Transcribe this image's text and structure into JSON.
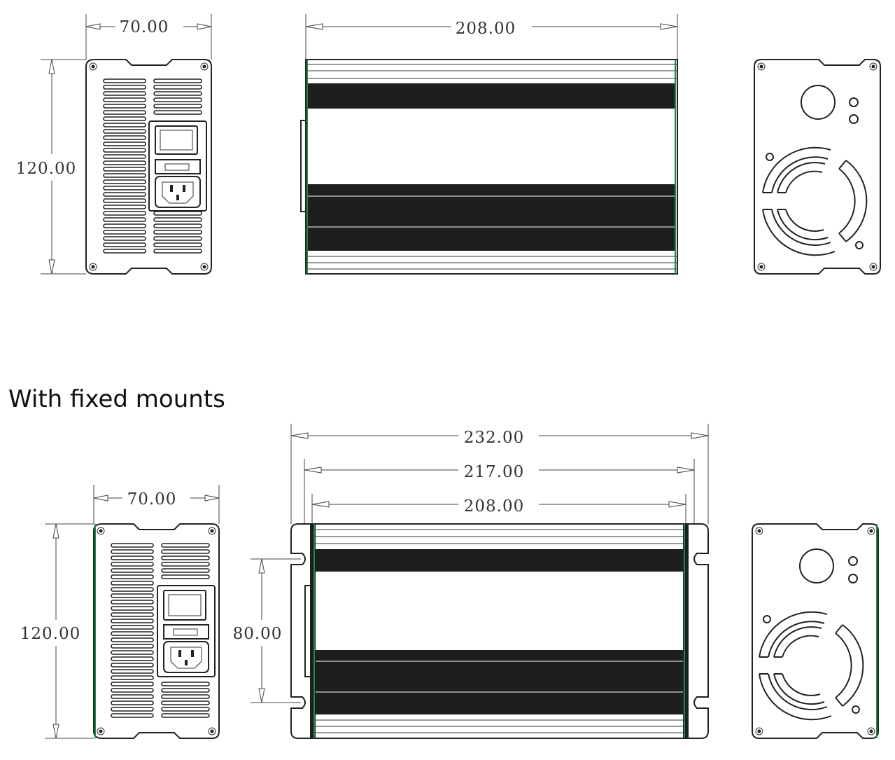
{
  "heading": "With fixed mounts",
  "top_views": {
    "front_width": "70.00",
    "front_height": "120.00",
    "side_length": "208.00"
  },
  "bottom_views": {
    "front_width": "70.00",
    "front_height": "120.00",
    "overall_length": "232.00",
    "mount_hole_spacing": "217.00",
    "body_length": "208.00",
    "mount_height": "80.00"
  },
  "colors": {
    "line": "#222222",
    "fill_dark": "#1e1e1e",
    "end_cap_accent": "#1a8a4a"
  }
}
